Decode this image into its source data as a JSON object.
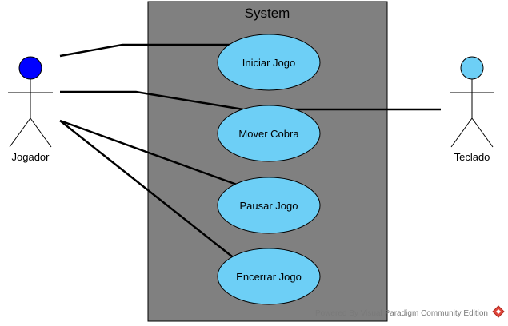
{
  "system": {
    "title": "System",
    "fill": "#808080"
  },
  "use_cases": [
    {
      "id": "iniciar",
      "label": "Iniciar Jogo"
    },
    {
      "id": "mover",
      "label": "Mover Cobra"
    },
    {
      "id": "pausar",
      "label": "Pausar Jogo"
    },
    {
      "id": "encerrar",
      "label": "Encerrar Jogo"
    }
  ],
  "actors": [
    {
      "id": "jogador",
      "label": "Jogador",
      "head_color": "#0000ff"
    },
    {
      "id": "teclado",
      "label": "Teclado",
      "head_color": "#6dcff6"
    }
  ],
  "colors": {
    "use_case_fill": "#6dcff6",
    "line": "#000000"
  },
  "watermark": "Powered By Visual Paradigm Community Edition",
  "watermark_icon": "visual-paradigm-logo-icon"
}
